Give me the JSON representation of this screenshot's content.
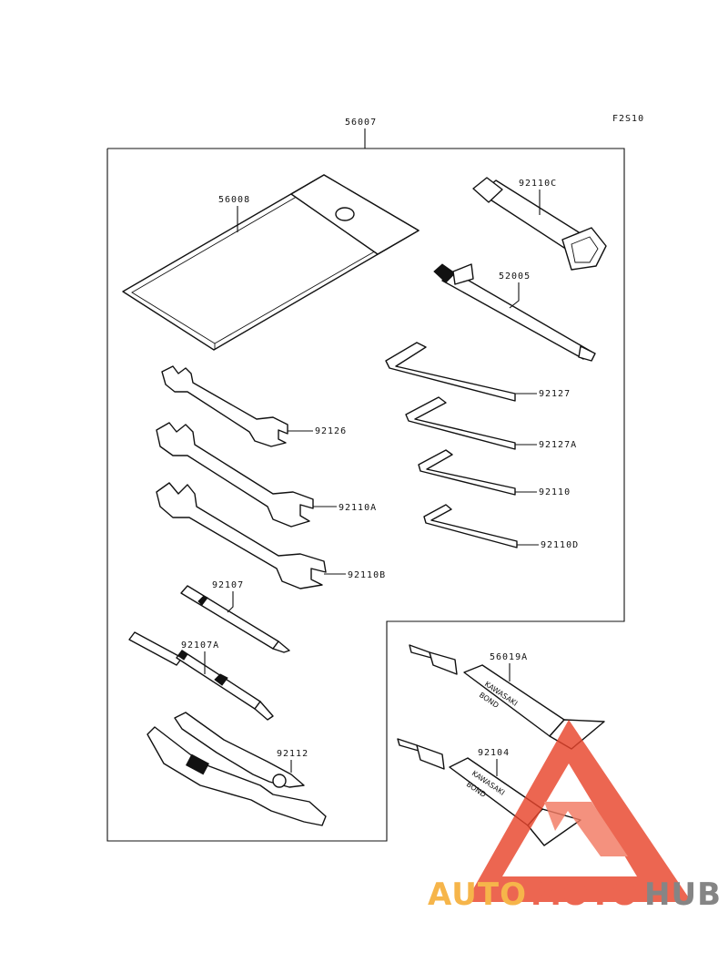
{
  "diagram_code": "F2S10",
  "kit_part": "56007",
  "parts": {
    "case": "56008",
    "box_wrench": "92110C",
    "bar": "52005",
    "hex_1": "92127",
    "hex_2": "92127A",
    "hex_3": "92110",
    "hex_4": "92110D",
    "wrench_1": "92126",
    "wrench_2": "92110A",
    "wrench_3": "92110B",
    "driver_bit": "92107",
    "driver_handle": "92107A",
    "pliers": "92112",
    "bond_1": "56019A",
    "bond_2": "92104"
  },
  "tube_labels": {
    "brand": "KAWASAKI",
    "product": "BOND"
  },
  "watermark": {
    "part1": "AUTO",
    "part2": "MOTO",
    "part3": "HUB",
    "color_orange": "#f5a623",
    "color_red": "#e8452c",
    "color_gray": "#6b6b6b"
  }
}
